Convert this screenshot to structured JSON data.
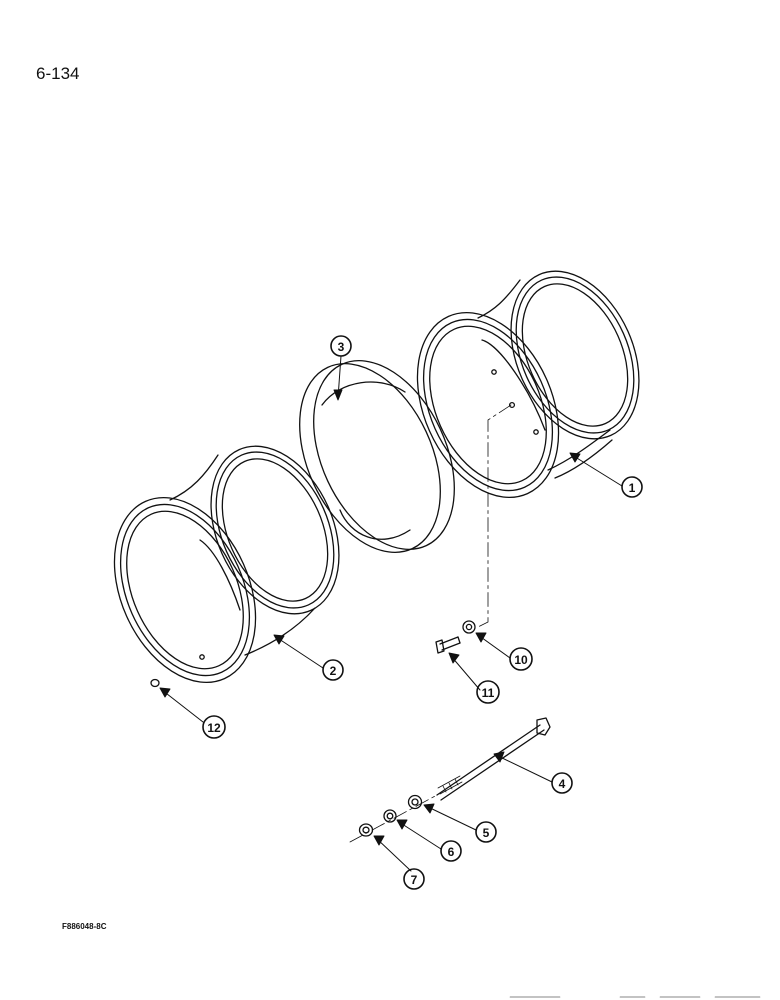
{
  "page": {
    "number": "6-134",
    "figure_id": "F886048-8C"
  },
  "callouts": [
    {
      "id": "callout-1",
      "label": "1"
    },
    {
      "id": "callout-2",
      "label": "2"
    },
    {
      "id": "callout-3",
      "label": "3"
    },
    {
      "id": "callout-4",
      "label": "4"
    },
    {
      "id": "callout-5",
      "label": "5"
    },
    {
      "id": "callout-6",
      "label": "6"
    },
    {
      "id": "callout-7",
      "label": "7"
    },
    {
      "id": "callout-10",
      "label": "10"
    },
    {
      "id": "callout-11",
      "label": "11"
    },
    {
      "id": "callout-12",
      "label": "12"
    }
  ]
}
